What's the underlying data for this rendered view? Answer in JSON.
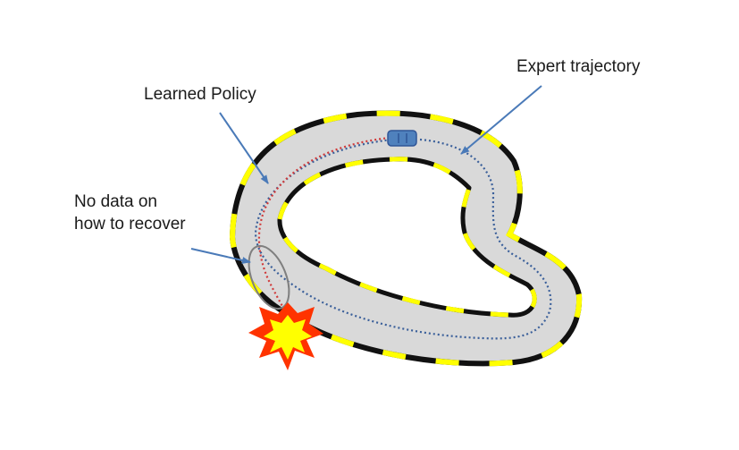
{
  "labels": {
    "expert_trajectory": "Expert trajectory",
    "learned_policy": "Learned Policy",
    "no_data_line1": "No data on",
    "no_data_line2": "how to recover"
  },
  "colors": {
    "track_surface": "#d9d9d9",
    "track_edge_black": "#111111",
    "track_edge_yellow": "#ffff00",
    "expert_path": "#3a5f9a",
    "learned_path": "#d03a3a",
    "annotation_arrow": "#4a7ab8",
    "car_body": "#4f81bd",
    "car_outline": "#2f5597",
    "recovery_ellipse": "#7f7f7f",
    "crash_outer": "#ff3300",
    "crash_inner": "#ffff00"
  }
}
